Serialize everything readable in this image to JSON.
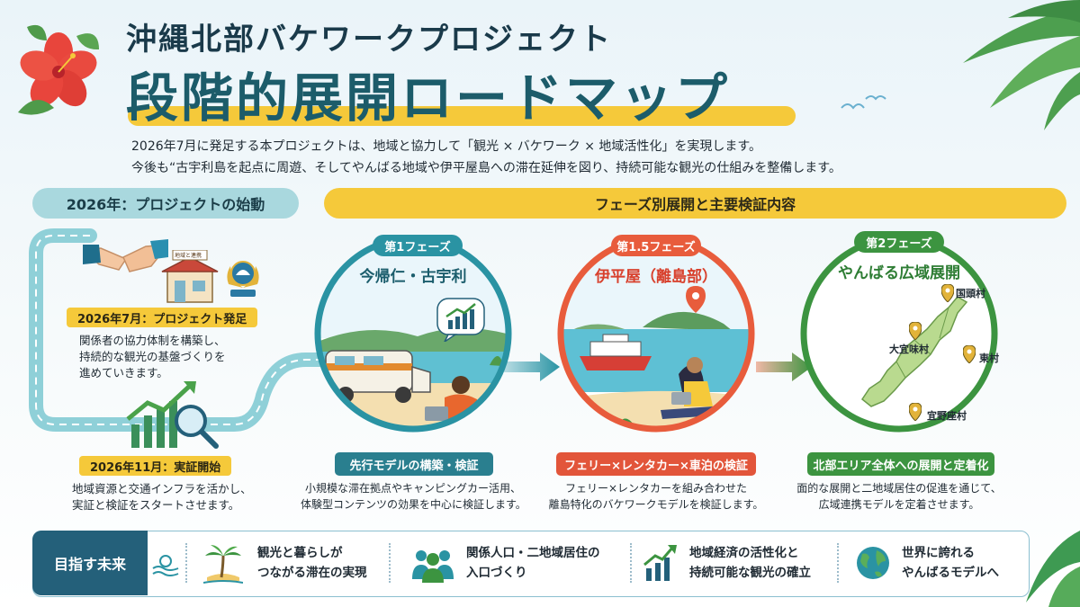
{
  "header": {
    "title_line1": "沖縄北部バケワークプロジェクト",
    "title_line2": "段階的展開ロードマップ",
    "intro_line1": "2026年7月に発足する本プロジェクトは、地域と協力して「観光 × バケワーク × 地域活性化」を実現します。",
    "intro_line2": "今後も“古宇利島を起点に周遊、そしてやんばる地域や伊平屋島への滞在延伸を図り、持続可能な観光の仕組みを整備します。"
  },
  "sections": {
    "start_title": "2026年：プロジェクトの始動",
    "phases_title": "フェーズ別展開と主要検証内容"
  },
  "timeline": {
    "sign_label": "地域と連携",
    "milestone1_label": "2026年7月：プロジェクト発足",
    "milestone1_desc": [
      "関係者の協力体制を構築し、",
      "持続的な観光の基盤づくりを",
      "進めていきます。"
    ],
    "milestone2_label": "2026年11月：実証開始",
    "milestone2_desc": [
      "地域資源と交通インフラを活かし、",
      "実証と検証をスタートさせます。"
    ]
  },
  "phases": [
    {
      "tag": "第1フェーズ",
      "place": "今帰仁・古宇利",
      "bar": "先行モデルの構築・検証",
      "desc": [
        "小規模な滞在拠点やキャンピングカー活用、",
        "体験型コンテンツの効果を中心に検証します。"
      ],
      "color": "#2a93a3"
    },
    {
      "tag": "第1.5フェーズ",
      "place": "伊平屋（離島部）",
      "bar": "フェリー×レンタカー×車泊の検証",
      "desc": [
        "フェリー×レンタカーを組み合わせた",
        "離島特化のバケワークモデルを検証します。"
      ],
      "color": "#e85c3c"
    },
    {
      "tag": "第2フェーズ",
      "place": "やんばる広域展開",
      "bar": "北部エリア全体への展開と定着化",
      "desc": [
        "面的な展開と二地域居住の促進を通じて、",
        "広域連携モデルを定着させます。"
      ],
      "color": "#3c9440",
      "map_labels": [
        "国頭村",
        "大宜味村",
        "東村",
        "宜野座村"
      ]
    }
  ],
  "future": {
    "tag": "目指す未来",
    "goals": [
      {
        "icon": "palm-island-icon",
        "lines": [
          "観光と暮らしが",
          "つながる滞在の実現"
        ]
      },
      {
        "icon": "people-icon",
        "lines": [
          "関係人口・二地域居住の",
          "入口づくり"
        ]
      },
      {
        "icon": "growth-chart-icon",
        "lines": [
          "地域経済の活性化と",
          "持続可能な観光の確立"
        ]
      },
      {
        "icon": "globe-icon",
        "lines": [
          "世界に誇れる",
          "やんばるモデルへ"
        ]
      }
    ]
  },
  "colors": {
    "teal": "#2a93a3",
    "coral": "#e85c3c",
    "green": "#3c9440",
    "yellow": "#f5c93a",
    "navy": "#24607a"
  }
}
